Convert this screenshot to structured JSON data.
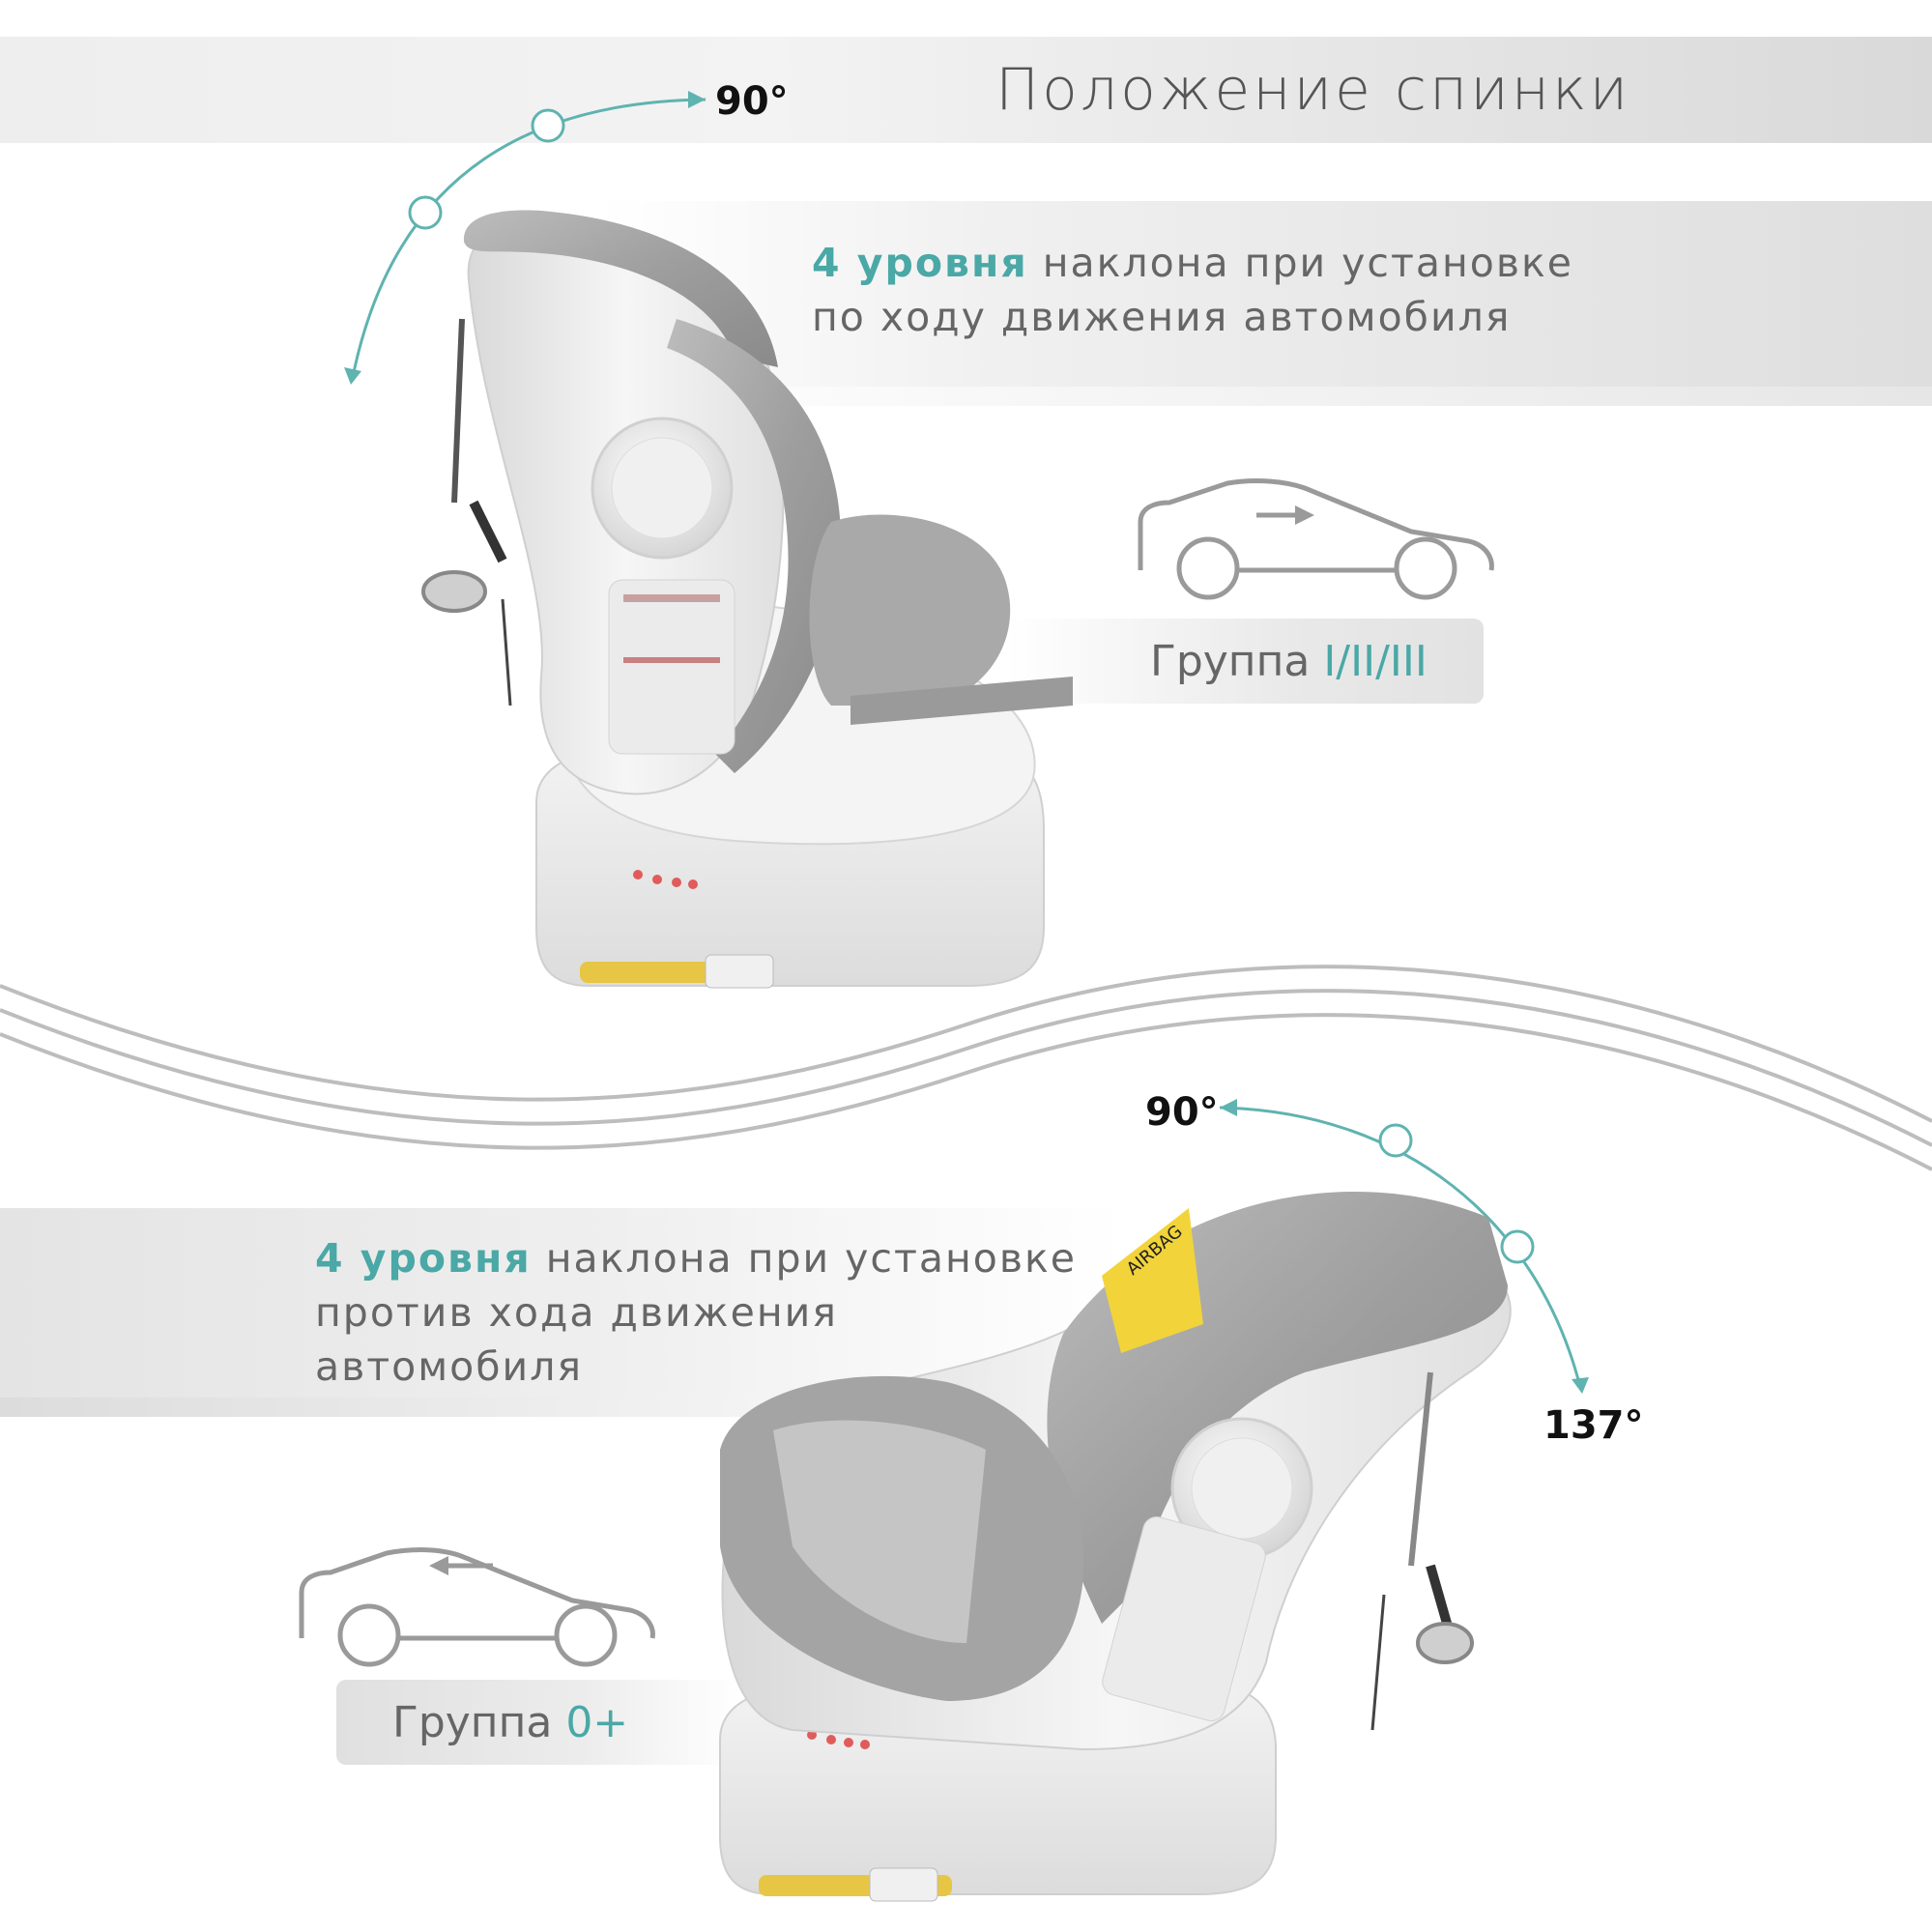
{
  "header": {
    "title": "Положение спинки"
  },
  "forward": {
    "accent": "4 уровня",
    "line1_rest": " наклона при установке",
    "line2": "по ходу движения автомобиля",
    "angle_top": "90°",
    "group_label": "Группа",
    "group_value": "I/II/III"
  },
  "rearward": {
    "accent": "4 уровня",
    "line1_rest": " наклона при установке",
    "line2": "против хода движения",
    "line3": "автомобиля",
    "angle_top": "90°",
    "angle_bottom": "137°",
    "group_label": "Группа",
    "group_value": "0+"
  },
  "seat_label": {
    "airbag": "AIRBAG"
  },
  "colors": {
    "accent": "#4aa8a6",
    "text": "#666666",
    "band": "#e4e4e4"
  }
}
